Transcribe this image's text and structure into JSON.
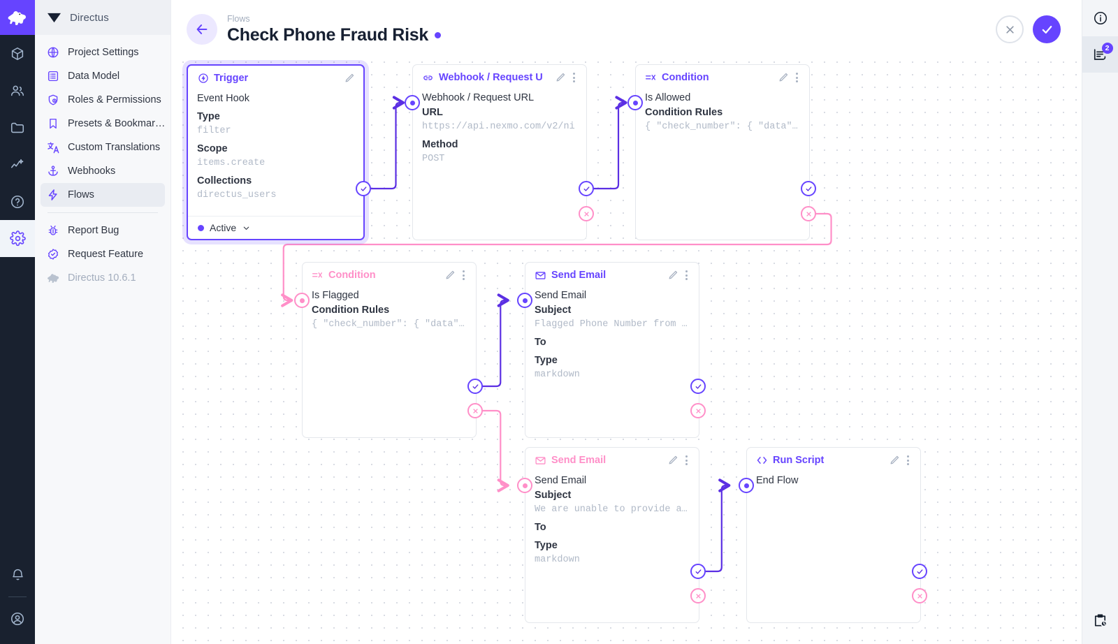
{
  "rail": {
    "logo_icon": "directus-rabbit-logo",
    "items": [
      {
        "name": "content",
        "icon": "box-icon"
      },
      {
        "name": "users",
        "icon": "people-icon"
      },
      {
        "name": "files",
        "icon": "folder-icon"
      },
      {
        "name": "insights",
        "icon": "analytics-icon"
      },
      {
        "name": "docs",
        "icon": "help-circle-icon"
      },
      {
        "name": "settings",
        "icon": "gear-icon",
        "active": true
      }
    ],
    "bottom": [
      {
        "name": "notifications",
        "icon": "bell-icon"
      },
      {
        "name": "account",
        "icon": "user-circle-icon"
      }
    ]
  },
  "nav": {
    "header_title": "Directus",
    "header_icon": "directus-diamond-icon",
    "items": [
      {
        "label": "Project Settings",
        "icon": "globe-icon"
      },
      {
        "label": "Data Model",
        "icon": "list-box-icon"
      },
      {
        "label": "Roles & Permissions",
        "icon": "shield-user-icon"
      },
      {
        "label": "Presets & Bookmar…",
        "icon": "bookmark-icon"
      },
      {
        "label": "Custom Translations",
        "icon": "translate-icon"
      },
      {
        "label": "Webhooks",
        "icon": "anchor-icon"
      },
      {
        "label": "Flows",
        "icon": "bolt-icon",
        "active": true
      }
    ],
    "secondary": [
      {
        "label": "Report Bug",
        "icon": "bug-icon"
      },
      {
        "label": "Request Feature",
        "icon": "badge-check-icon"
      }
    ],
    "version": {
      "label": "Directus 10.6.1",
      "icon": "rabbit-icon"
    }
  },
  "header": {
    "back_icon": "arrow-left-icon",
    "breadcrumb": "Flows",
    "title": "Check Phone Fraud Risk",
    "status_dot_color": "#6644ff",
    "cancel_icon": "close-icon",
    "save_icon": "check-icon"
  },
  "right_bar": {
    "info_icon": "info-circle-icon",
    "logs_icon": "logs-icon",
    "logs_badge": "2",
    "history_icon": "clipboard-clock-icon"
  },
  "colors": {
    "accent": "#6644ff",
    "pink": "#ff8fc8",
    "rail_bg": "#19212f",
    "nav_bg": "#f7f8fa"
  },
  "nodes": [
    {
      "id": "trigger",
      "type_label": "Trigger",
      "type_icon": "trigger-bolt-circle-icon",
      "accent": "purple",
      "selected": true,
      "name": "Event Hook",
      "fields": [
        {
          "label": "Type",
          "value": "filter"
        },
        {
          "label": "Scope",
          "value": "items.create"
        },
        {
          "label": "Collections",
          "value": "directus_users"
        }
      ],
      "footer": {
        "label": "Active",
        "chevron": "chevron-down-icon"
      },
      "has_edit": true,
      "has_menu": false
    },
    {
      "id": "webhook",
      "type_label": "Webhook / Request U",
      "type_icon": "link-icon",
      "accent": "purple",
      "name": "Webhook / Request URL",
      "fields": [
        {
          "label": "URL",
          "value": "https://api.nexmo.com/v2/ni"
        },
        {
          "label": "Method",
          "value": "POST"
        }
      ],
      "has_edit": true,
      "has_menu": true
    },
    {
      "id": "cond-allowed",
      "type_label": "Condition",
      "type_icon": "condition-rule-icon",
      "accent": "purple",
      "name": "Is Allowed",
      "fields": [
        {
          "label": "Condition Rules",
          "value": "{ \"check_number\": { \"data\"…",
          "tight": true
        }
      ],
      "has_edit": true,
      "has_menu": true
    },
    {
      "id": "cond-flagged",
      "type_label": "Condition",
      "type_icon": "condition-rule-icon",
      "accent": "pink",
      "name": "Is Flagged",
      "fields": [
        {
          "label": "Condition Rules",
          "value": "{ \"check_number\": { \"data\"…",
          "tight": true
        }
      ],
      "has_edit": true,
      "has_menu": true
    },
    {
      "id": "email-flagged",
      "type_label": "Send Email",
      "type_icon": "mail-icon",
      "accent": "purple",
      "name": "Send Email",
      "fields": [
        {
          "label": "Subject",
          "value": "Flagged Phone Number from …",
          "tight": true
        },
        {
          "label": "To",
          "value": ""
        },
        {
          "label": "Type",
          "value": "markdown"
        }
      ],
      "has_edit": true,
      "has_menu": true
    },
    {
      "id": "email-unable",
      "type_label": "Send Email",
      "type_icon": "mail-icon",
      "accent": "pink",
      "name": "Send Email",
      "fields": [
        {
          "label": "Subject",
          "value": "We are unable to provide a…",
          "tight": true
        },
        {
          "label": "To",
          "value": ""
        },
        {
          "label": "Type",
          "value": "markdown"
        }
      ],
      "has_edit": true,
      "has_menu": true
    },
    {
      "id": "run-script",
      "type_label": "Run Script",
      "type_icon": "code-brackets-icon",
      "accent": "purple",
      "name": "End Flow",
      "fields": [],
      "has_edit": true,
      "has_menu": true
    }
  ]
}
